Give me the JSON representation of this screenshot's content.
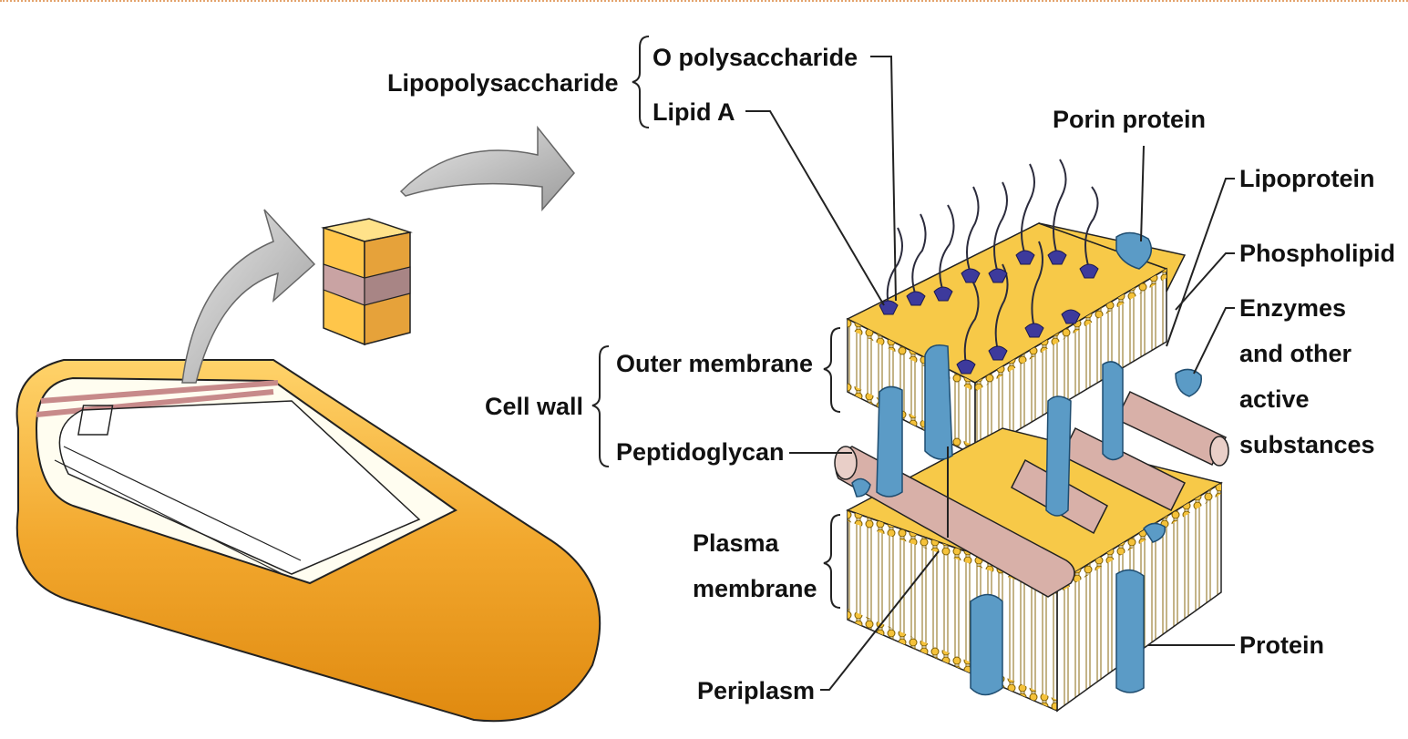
{
  "labels": {
    "lipopolysaccharide": "Lipopolysaccharide",
    "o_polysaccharide": "O polysaccharide",
    "lipid_a": "Lipid A",
    "porin_protein": "Porin protein",
    "lipoprotein": "Lipoprotein",
    "phospholipid": "Phospholipid",
    "enzymes_line1": "Enzymes",
    "enzymes_line2": "and other",
    "enzymes_line3": "active",
    "enzymes_line4": "substances",
    "outer_membrane": "Outer membrane",
    "cell_wall": "Cell wall",
    "peptidoglycan": "Peptidoglycan",
    "plasma_line1": "Plasma",
    "plasma_line2": "membrane",
    "protein": "Protein",
    "periplasm": "Periplasm"
  },
  "colors": {
    "membrane_yellow": "#f7c948",
    "cell_orange": "#f0a830",
    "peptidoglycan_pink": "#d8b0a8",
    "protein_blue": "#5b9bc6",
    "lps_purple": "#3d3a9c",
    "arrow_gray": "#c8c8c8"
  }
}
